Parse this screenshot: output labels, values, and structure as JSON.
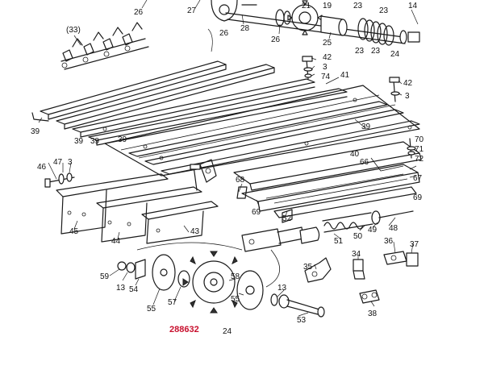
{
  "drawing_number": "288632",
  "callouts": {
    "c26a": "26",
    "c26b": "26",
    "c26c": "26",
    "c27": "27",
    "c28": "28",
    "c25": "25",
    "c21": "21",
    "c19": "19",
    "c23a": "23",
    "c23b": "23",
    "c23c": "23",
    "c23d": "23",
    "c14": "14",
    "c24a": "24",
    "c33": "(33)",
    "c42a": "42",
    "c3a": "3",
    "c74": "74",
    "c41": "41",
    "c42b": "42",
    "c3b": "3",
    "c39a": "39",
    "c39b": "39",
    "c39c": "39",
    "c39d": "39",
    "c39e": "39",
    "c40": "40",
    "c70": "70",
    "c71": "71",
    "c72": "72",
    "c67": "67",
    "c46": "46",
    "c47": "47",
    "c3c": "3",
    "c66": "66",
    "c68": "68",
    "c69a": "69",
    "c69b": "69",
    "c45": "45",
    "c44": "44",
    "c43": "43",
    "c52": "52",
    "c48": "48",
    "c49": "49",
    "c50": "50",
    "c51": "51",
    "c36": "36",
    "c37": "37",
    "c35": "35",
    "c34": "34",
    "c38": "38",
    "c59": "59",
    "c13a": "13",
    "c54": "54",
    "c55a": "55",
    "c57": "57",
    "c58": "58",
    "c55b": "55",
    "c13b": "13",
    "c53": "53",
    "c24b": "24"
  }
}
